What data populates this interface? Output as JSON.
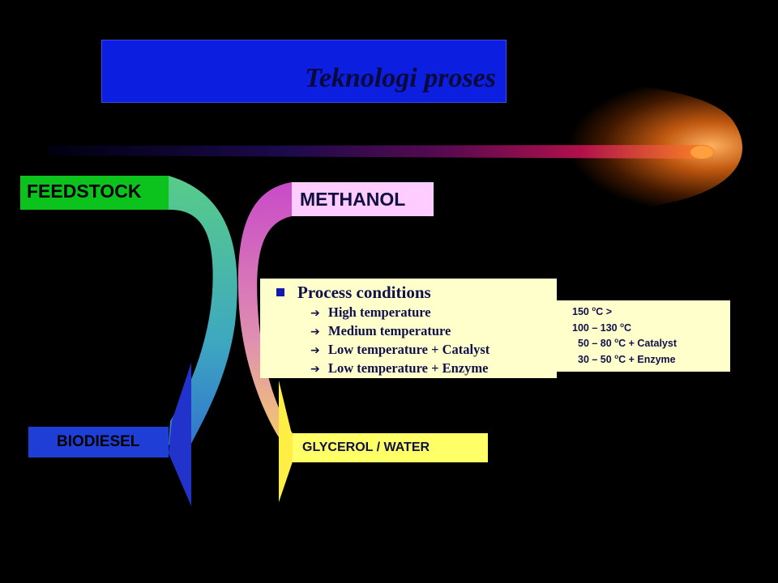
{
  "title": "Teknologi proses",
  "labels": {
    "feedstock": "FEEDSTOCK",
    "methanol": "METHANOL",
    "biodiesel": "BIODIESEL",
    "glycerol_water": "GLYCEROL  /  WATER"
  },
  "process": {
    "heading": "Process conditions",
    "items": [
      "High temperature",
      "Medium temperature",
      "Low  temperature + Catalyst",
      "Low  temperature + Enzyme"
    ]
  },
  "conditions": [
    {
      "value": "150 ",
      "deg": "o",
      "rest": "C >"
    },
    {
      "value": "100 – 130 ",
      "deg": "o",
      "rest": "C"
    },
    {
      "value": "50 – 80 ",
      "deg": "o",
      "rest": "C +  Catalyst"
    },
    {
      "value": "30 – 50 ",
      "deg": "o",
      "rest": "C +  Enzyme"
    }
  ],
  "colors": {
    "feedstock_arrow": "#3ecf6a",
    "methanol_arrow": "#cc44cc",
    "biodiesel_arrow": "#2244cc",
    "glycerol_arrow": "#ffee44",
    "title_box": "#0c1ee0"
  }
}
